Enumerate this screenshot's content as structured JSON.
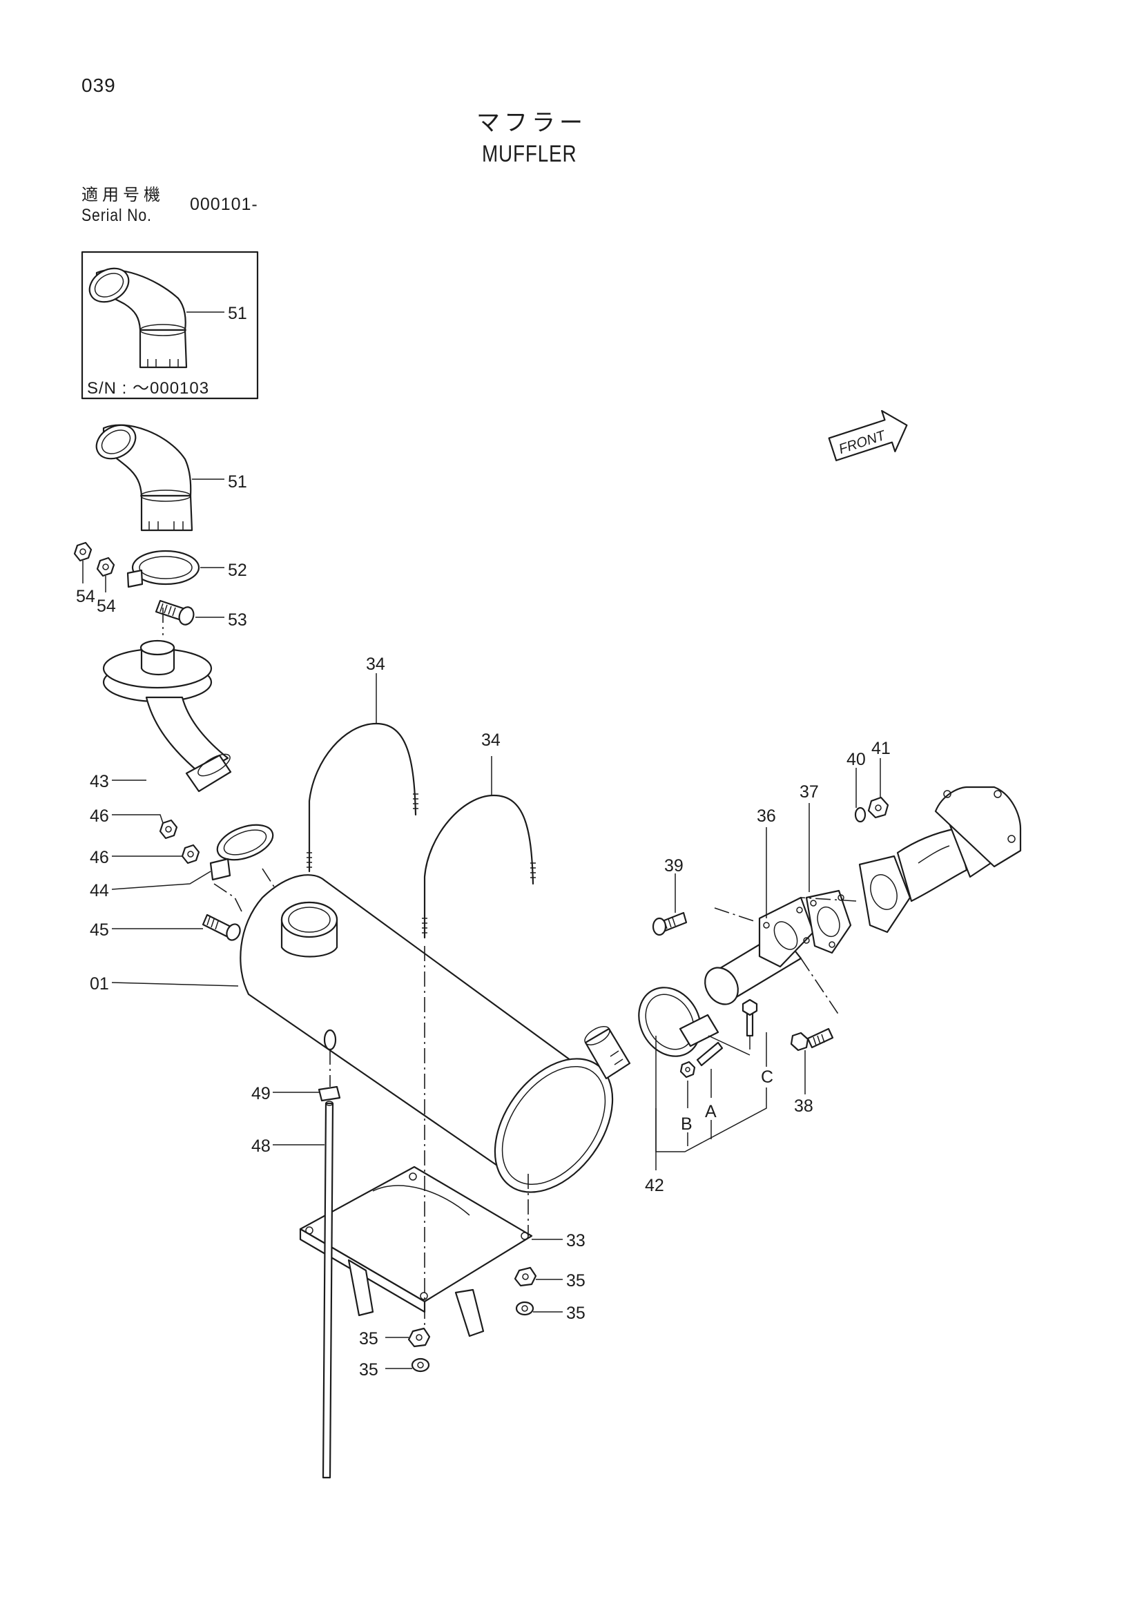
{
  "page_number": "039",
  "title_jp": "マフラー",
  "title_en": "MUFFLER",
  "serial": {
    "label_jp": "適用号機",
    "label_en": "Serial No.",
    "value": "000101-"
  },
  "inset_box": {
    "caption": "S/N : ～000103",
    "part_label": "51"
  },
  "front_badge": "FRONT",
  "callouts": [
    {
      "id": "p51",
      "label": "51"
    },
    {
      "id": "p52",
      "label": "52"
    },
    {
      "id": "p53",
      "label": "53"
    },
    {
      "id": "p54a",
      "label": "54"
    },
    {
      "id": "p54b",
      "label": "54"
    },
    {
      "id": "p43",
      "label": "43"
    },
    {
      "id": "p46a",
      "label": "46"
    },
    {
      "id": "p46b",
      "label": "46"
    },
    {
      "id": "p44",
      "label": "44"
    },
    {
      "id": "p45",
      "label": "45"
    },
    {
      "id": "p01",
      "label": "01"
    },
    {
      "id": "p49",
      "label": "49"
    },
    {
      "id": "p48",
      "label": "48"
    },
    {
      "id": "p34a",
      "label": "34"
    },
    {
      "id": "p34b",
      "label": "34"
    },
    {
      "id": "p33",
      "label": "33"
    },
    {
      "id": "p35a",
      "label": "35"
    },
    {
      "id": "p35b",
      "label": "35"
    },
    {
      "id": "p35c",
      "label": "35"
    },
    {
      "id": "p35d",
      "label": "35"
    },
    {
      "id": "p39",
      "label": "39"
    },
    {
      "id": "p36",
      "label": "36"
    },
    {
      "id": "p37",
      "label": "37"
    },
    {
      "id": "p40",
      "label": "40"
    },
    {
      "id": "p41",
      "label": "41"
    },
    {
      "id": "p38",
      "label": "38"
    },
    {
      "id": "p42",
      "label": "42"
    },
    {
      "id": "pA",
      "label": "A"
    },
    {
      "id": "pB",
      "label": "B"
    },
    {
      "id": "pC",
      "label": "C"
    }
  ]
}
